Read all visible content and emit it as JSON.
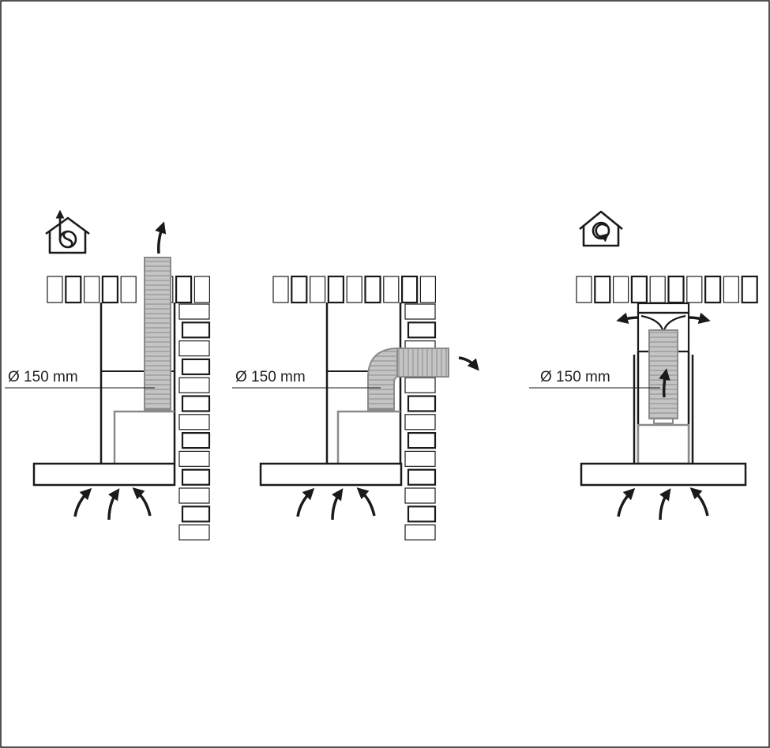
{
  "diagram": {
    "panels": [
      {
        "id": "outside-vertical",
        "mode_icon": "duct-out-house-icon",
        "duct_label": "Ø 150 mm"
      },
      {
        "id": "outside-wall",
        "mode_icon": "",
        "duct_label": "Ø 150 mm"
      },
      {
        "id": "recirculation",
        "mode_icon": "recirculation-house-icon",
        "duct_label": "Ø 150 mm"
      }
    ]
  },
  "colors": {
    "line": "#1a1a1a",
    "grey_line": "#8a8a8a",
    "duct_fill": "#c4c4c4",
    "duct_stripe": "#8a8a8a",
    "background": "#ffffff"
  }
}
